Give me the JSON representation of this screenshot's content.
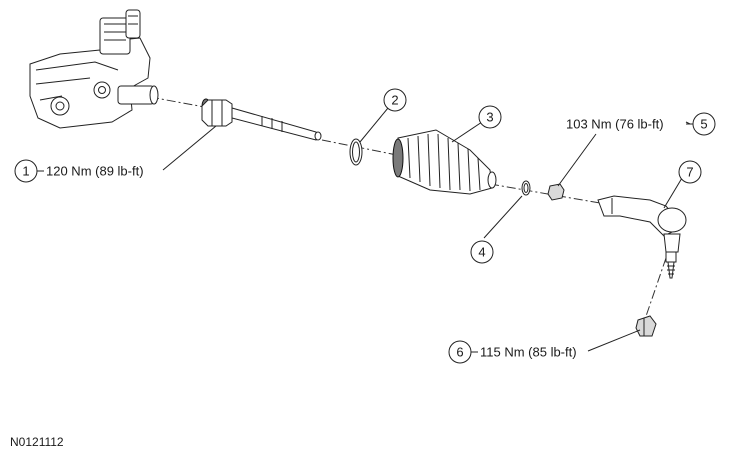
{
  "figure_id": "N0121112",
  "callouts": [
    {
      "num": "1",
      "torque": "120 Nm (89 lb-ft)"
    },
    {
      "num": "2",
      "torque": ""
    },
    {
      "num": "3",
      "torque": ""
    },
    {
      "num": "4",
      "torque": ""
    },
    {
      "num": "5",
      "torque": "103 Nm (76 lb-ft)"
    },
    {
      "num": "6",
      "torque": "115 Nm (85 lb-ft)"
    },
    {
      "num": "7",
      "torque": ""
    }
  ],
  "colors": {
    "line": "#222222",
    "shade": "#d9d9d9",
    "dark": "#7a7a7a"
  }
}
